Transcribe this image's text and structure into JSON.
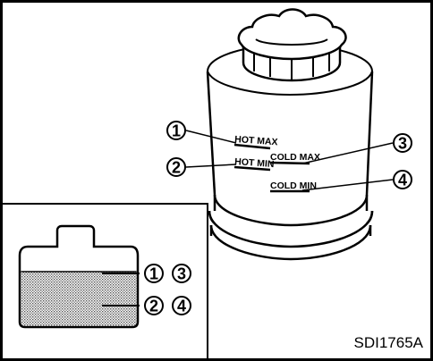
{
  "figure_id": "SDI1765A",
  "reservoir_labels": {
    "hot_max": "HOT MAX",
    "hot_min": "HOT MIN",
    "cold_max": "COLD MAX",
    "cold_min": "COLD MIN"
  },
  "callouts": {
    "n1": "1",
    "n2": "2",
    "n3": "3",
    "n4": "4"
  },
  "inset": {
    "upper_line_marks": [
      "1",
      "3"
    ],
    "lower_line_marks": [
      "2",
      "4"
    ]
  }
}
